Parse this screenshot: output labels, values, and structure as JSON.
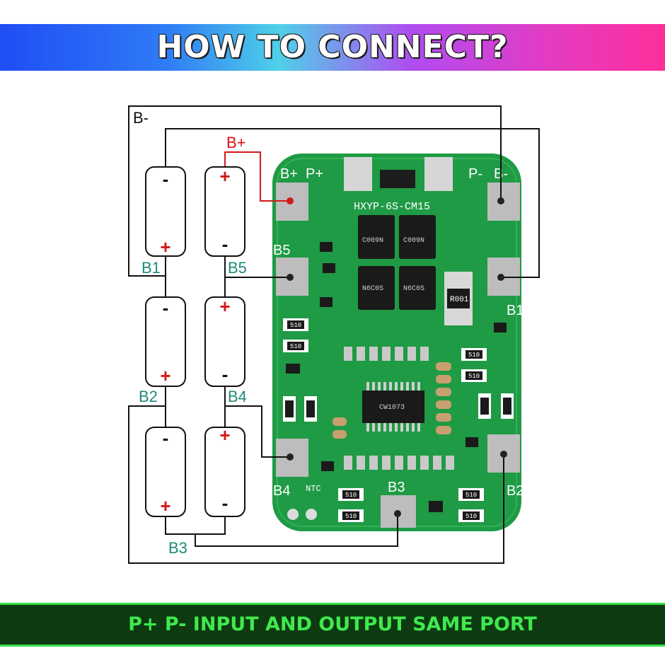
{
  "header": {
    "title": "HOW TO CONNECT?"
  },
  "footer": {
    "caption": "P+ P- INPUT AND OUTPUT SAME PORT"
  },
  "diagram": {
    "wire_labels": {
      "b_minus": "B-",
      "b_plus": "B+",
      "b1": "B1",
      "b2": "B2",
      "b3": "B3",
      "b4": "B4",
      "b5": "B5"
    },
    "cell_marks": {
      "plus": "+",
      "minus": "-"
    },
    "board": {
      "model": "HXYP-6S-CM15",
      "pad_labels": {
        "b_plus": "B+",
        "p_plus": "P+",
        "p_minus": "P-",
        "b_minus": "B-",
        "b5": "B5",
        "b4": "B4",
        "b3": "B3",
        "b2": "B2",
        "b1": "B1",
        "ntc": "NTC"
      },
      "mosfet_code": "C009N",
      "mosfet_code_flipped": "N6C0S",
      "shunt_code": "R001",
      "resistor_code": "510",
      "ic_code": "CW1073",
      "colors": {
        "pcb": "#1f9a45",
        "pad": "#bdbdbd",
        "wire_red": "#d11a1a"
      }
    }
  }
}
